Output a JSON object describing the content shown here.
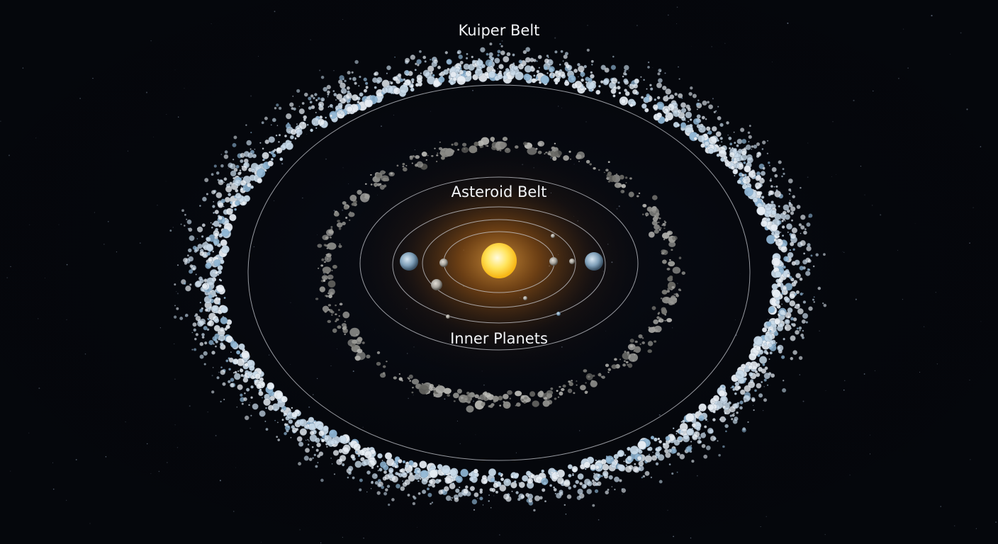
{
  "labels": {
    "kuiper_belt": "Kuiper Belt",
    "asteroid_belt": "Asteroid Belt",
    "inner_planets": "Inner Planets"
  },
  "colors": {
    "background": "#05070c",
    "sun_core": "#fff6b0",
    "sun_glow": "#ff9a1e",
    "orbit_line": "#c9ccd3",
    "kuiper_ice": "#c9dbea",
    "asteroid_rock": "#8d8d8d",
    "planet_blue": "#7f9fb8",
    "planet_grey": "#a8a59e"
  },
  "icons": {
    "sun": "sun-icon",
    "planet": "planet-icon",
    "asteroid": "asteroid-icon",
    "kuiper_object": "kuiper-object-icon"
  }
}
